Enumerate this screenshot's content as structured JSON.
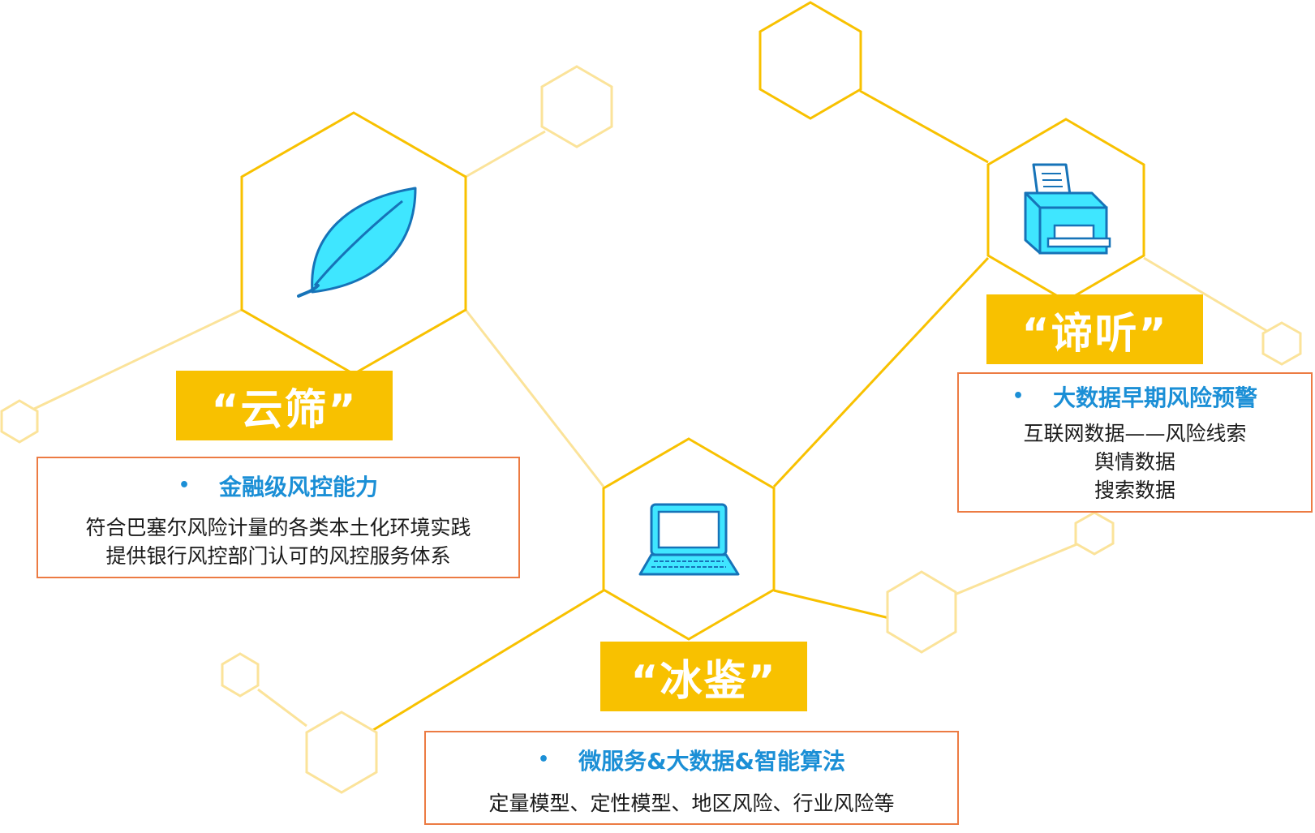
{
  "modules": [
    {
      "id": "yunshai",
      "title": "“云筛”",
      "icon": "leaf-icon",
      "heading": "金融级风控能力",
      "lines": [
        "符合巴塞尔风险计量的各类本土化环境实践",
        "提供银行风控部门认可的风控服务体系"
      ]
    },
    {
      "id": "bingjian",
      "title": "“冰鉴”",
      "icon": "laptop-icon",
      "heading": "微服务&大数据&智能算法",
      "lines": [
        "定量模型、定性模型、地区风险、行业风险等"
      ]
    },
    {
      "id": "diting",
      "title": "“谛听”",
      "icon": "printer-icon",
      "heading": "大数据早期风险预警",
      "lines": [
        "互联网数据——风险线索",
        "舆情数据",
        "搜索数据"
      ]
    }
  ],
  "bullet": "•",
  "colors": {
    "hex_main": "#f8c100",
    "hex_light": "#fbe39a",
    "title_bg": "#f8c100",
    "box_border": "#ec7b43",
    "heading": "#1b8fd6",
    "icon_fill": "#3fe6ff",
    "icon_stroke": "#1673b8"
  }
}
